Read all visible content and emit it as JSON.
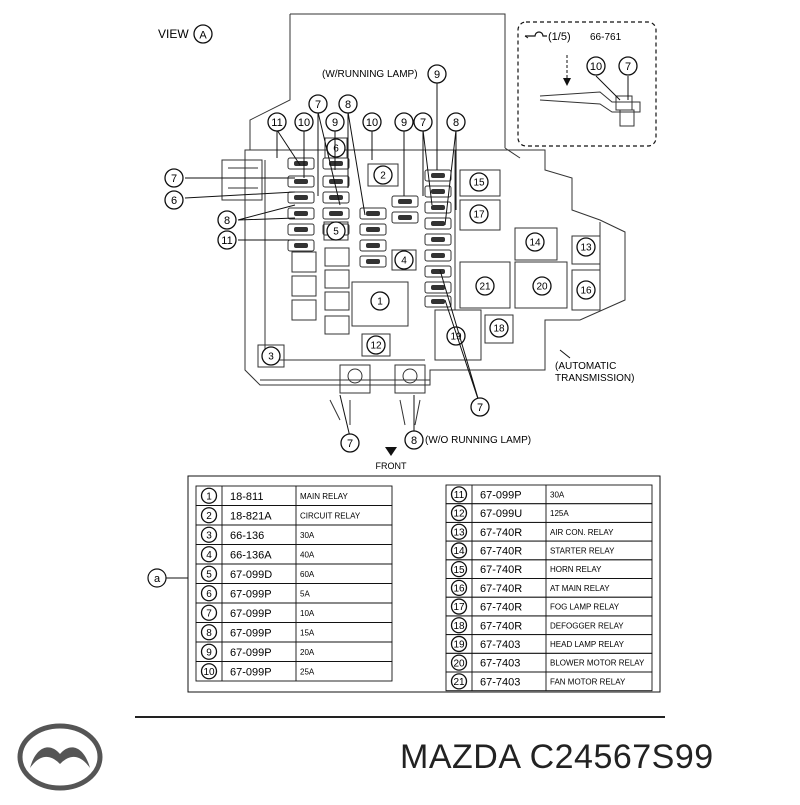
{
  "header": {
    "view_label": "VIEW",
    "view_letter": "A",
    "inset_ref_count": "(1/5)",
    "inset_ref_code": "66-761",
    "with_running_lamp": "(W/RUNNING LAMP)",
    "without_running_lamp": "(W/O RUNNING LAMP)",
    "automatic_line1": "(AUTOMATIC",
    "automatic_line2": "TRANSMISSION)",
    "front_label": "FRONT",
    "legend_letter": "a"
  },
  "parts_left": [
    {
      "num": "1",
      "code": "18-811",
      "desc": "MAIN RELAY"
    },
    {
      "num": "2",
      "code": "18-821A",
      "desc": "CIRCUIT RELAY"
    },
    {
      "num": "3",
      "code": "66-136",
      "desc": "30A"
    },
    {
      "num": "4",
      "code": "66-136A",
      "desc": "40A"
    },
    {
      "num": "5",
      "code": "67-099D",
      "desc": "60A"
    },
    {
      "num": "6",
      "code": "67-099P",
      "desc": "5A"
    },
    {
      "num": "7",
      "code": "67-099P",
      "desc": "10A"
    },
    {
      "num": "8",
      "code": "67-099P",
      "desc": "15A"
    },
    {
      "num": "9",
      "code": "67-099P",
      "desc": "20A"
    },
    {
      "num": "10",
      "code": "67-099P",
      "desc": "25A"
    }
  ],
  "parts_right": [
    {
      "num": "11",
      "code": "67-099P",
      "desc": "30A"
    },
    {
      "num": "12",
      "code": "67-099U",
      "desc": "125A"
    },
    {
      "num": "13",
      "code": "67-740R",
      "desc": "AIR CON. RELAY"
    },
    {
      "num": "14",
      "code": "67-740R",
      "desc": "STARTER RELAY"
    },
    {
      "num": "15",
      "code": "67-740R",
      "desc": "HORN RELAY"
    },
    {
      "num": "16",
      "code": "67-740R",
      "desc": "AT MAIN RELAY"
    },
    {
      "num": "17",
      "code": "67-740R",
      "desc": "FOG LAMP RELAY"
    },
    {
      "num": "18",
      "code": "67-740R",
      "desc": "DEFOGGER RELAY"
    },
    {
      "num": "19",
      "code": "67-7403",
      "desc": "HEAD LAMP RELAY"
    },
    {
      "num": "20",
      "code": "67-7403",
      "desc": "BLOWER MOTOR RELAY"
    },
    {
      "num": "21",
      "code": "67-7403",
      "desc": "FAN MOTOR RELAY"
    }
  ],
  "callouts": {
    "top_row": [
      "11",
      "10",
      "7",
      "8",
      "9",
      "10",
      "9",
      "7",
      "8",
      "9"
    ],
    "left_col": [
      "7",
      "6",
      "8",
      "11"
    ],
    "inset": [
      "10",
      "7"
    ],
    "bottom": [
      "7",
      "8",
      "7"
    ],
    "box_labels": [
      "1",
      "2",
      "3",
      "4",
      "5",
      "6",
      "12",
      "13",
      "14",
      "15",
      "16",
      "17",
      "18",
      "19",
      "20",
      "21"
    ]
  },
  "footer": {
    "brand": "MAZDA",
    "part_number": "C24567S99",
    "logo": "mazda-logo"
  }
}
